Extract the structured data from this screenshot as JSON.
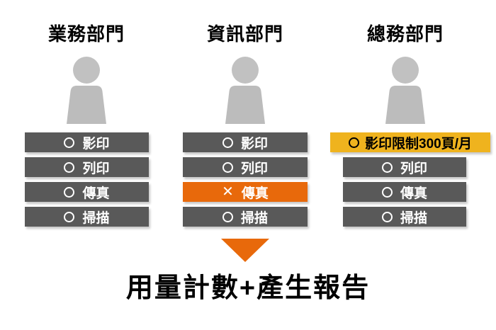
{
  "colors": {
    "row_bg": "#595959",
    "row_text": "#ffffff",
    "denied_bg": "#e8690b",
    "limited_bg": "#efb31e",
    "limited_text": "#000000",
    "arrow": "#e8690b",
    "person": "#bfbfbf",
    "heading_text": "#000000"
  },
  "columns": [
    {
      "label": "業務部門",
      "items": [
        {
          "mark": "O",
          "label": "影印",
          "style": "default"
        },
        {
          "mark": "O",
          "label": "列印",
          "style": "default"
        },
        {
          "mark": "O",
          "label": "傳真",
          "style": "default"
        },
        {
          "mark": "O",
          "label": "掃描",
          "style": "default"
        }
      ]
    },
    {
      "label": "資訊部門",
      "items": [
        {
          "mark": "O",
          "label": "影印",
          "style": "default"
        },
        {
          "mark": "O",
          "label": "列印",
          "style": "default"
        },
        {
          "mark": "X",
          "label": "傳真",
          "style": "denied"
        },
        {
          "mark": "O",
          "label": "掃描",
          "style": "default"
        }
      ]
    },
    {
      "label": "總務部門",
      "items": [
        {
          "mark": "O",
          "label": "影印限制300頁/月",
          "style": "limited"
        },
        {
          "mark": "O",
          "label": "列印",
          "style": "default"
        },
        {
          "mark": "O",
          "label": "傳真",
          "style": "default"
        },
        {
          "mark": "O",
          "label": "掃描",
          "style": "default"
        }
      ]
    }
  ],
  "footer": {
    "label": "用量計數+產生報告"
  }
}
